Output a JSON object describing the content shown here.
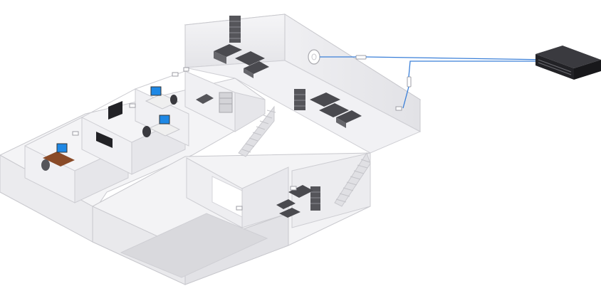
{
  "diagram": {
    "kind": "isometric-network-floorplan",
    "labels": [],
    "colors": {
      "background": "#ffffff",
      "wall": "#e9e9ec",
      "wall_light": "#f3f3f5",
      "floor": "#f6f6f8",
      "outline": "#bdbdc3",
      "dark_floor": "#d7d7db",
      "furniture_dark": "#4a4a4f",
      "desk": "#8a4b28",
      "monitor_screen": "#1e88e5",
      "cable": "#3a7fd8",
      "switch_body": "#222226"
    },
    "elements": [
      {
        "id": "network-switch",
        "icon": "rack-switch-icon"
      },
      {
        "id": "ceiling-access-point",
        "icon": "access-point-icon"
      },
      {
        "id": "poe-injector",
        "icon": "poe-injector-icon"
      },
      {
        "id": "wall-camera",
        "icon": "camera-icon"
      },
      {
        "id": "office-desk",
        "icon": "desk-icon"
      },
      {
        "id": "lounge-sofa",
        "icon": "sofa-icon"
      },
      {
        "id": "storage-shelf",
        "icon": "shelf-icon"
      },
      {
        "id": "staircase",
        "icon": "stairs-icon"
      }
    ]
  }
}
